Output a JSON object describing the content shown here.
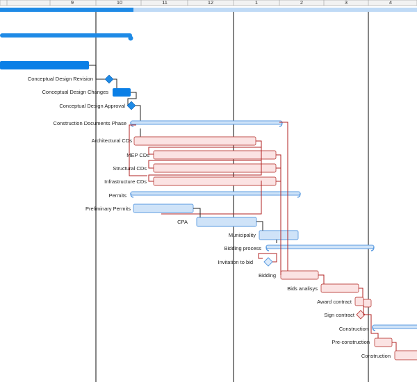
{
  "timeline": {
    "ticks": [
      "9",
      "10",
      "11",
      "12",
      "1",
      "2",
      "3",
      "4"
    ]
  },
  "colors": {
    "summary_blue": "#1e8ae6",
    "done_blue": "#0a7fe6",
    "light_blue_fill": "#cfe3f8",
    "light_blue_stroke": "#5b9be0",
    "critical_fill": "#fbe3e3",
    "critical_stroke": "#c0504d",
    "critical_link": "#b22222",
    "link_dark": "#222222",
    "gridline": "#444444"
  },
  "tasks": [
    {
      "id": "t1",
      "label": "Conceptual Design Revision",
      "kind": "milestone-blue",
      "critical": false
    },
    {
      "id": "t2",
      "label": "Conceptual Design Changes",
      "kind": "task-done",
      "critical": false
    },
    {
      "id": "t3",
      "label": "Conceptual Design Approval",
      "kind": "milestone-blue",
      "critical": false
    },
    {
      "id": "t4",
      "label": "Construction Documents Phase",
      "kind": "summary",
      "critical": false
    },
    {
      "id": "t5",
      "label": "Architectural CDs",
      "kind": "task-critical",
      "critical": true
    },
    {
      "id": "t6",
      "label": "MEP CDs",
      "kind": "task-critical",
      "critical": true
    },
    {
      "id": "t7",
      "label": "Structural CDs",
      "kind": "task-critical",
      "critical": true
    },
    {
      "id": "t8",
      "label": "Infrastructure CDs",
      "kind": "task-critical",
      "critical": true
    },
    {
      "id": "t9",
      "label": "Permits",
      "kind": "summary",
      "critical": false
    },
    {
      "id": "t10",
      "label": "Preliminary Permits",
      "kind": "task-blue",
      "critical": false
    },
    {
      "id": "t11",
      "label": "CPA",
      "kind": "task-blue",
      "critical": false
    },
    {
      "id": "t12",
      "label": "Municipality",
      "kind": "task-blue",
      "critical": false
    },
    {
      "id": "t13",
      "label": "Bidding process",
      "kind": "summary",
      "critical": false
    },
    {
      "id": "t14",
      "label": "Invitation to bid",
      "kind": "milestone-critical",
      "critical": true
    },
    {
      "id": "t15",
      "label": "Bidding",
      "kind": "task-critical",
      "critical": true
    },
    {
      "id": "t16",
      "label": "Bids analisys",
      "kind": "task-critical",
      "critical": true
    },
    {
      "id": "t17",
      "label": "Award contract",
      "kind": "task-critical",
      "critical": true
    },
    {
      "id": "t18",
      "label": "Sign contract",
      "kind": "milestone-critical",
      "critical": true
    },
    {
      "id": "t19",
      "label": "Construction",
      "kind": "summary",
      "critical": false
    },
    {
      "id": "t20",
      "label": "Pre-construction",
      "kind": "task-critical",
      "critical": true
    },
    {
      "id": "t21",
      "label": "Construction",
      "kind": "task-critical",
      "critical": true
    }
  ]
}
